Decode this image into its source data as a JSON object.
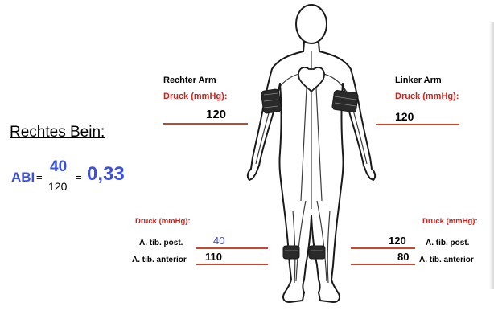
{
  "colors": {
    "label_red": "#d0201a",
    "value_blue": "#3b4fe0",
    "line": "#c8462a",
    "cuff": "#2a2a2a"
  },
  "right_arm": {
    "title": "Rechter Arm",
    "pressure_label": "Druck (mmHg):",
    "value": "120"
  },
  "left_arm": {
    "title": "Linker Arm",
    "pressure_label": "Druck (mmHg):",
    "value": "120"
  },
  "right_leg_heading": "Rechtes Bein:",
  "abi": {
    "label": "ABI",
    "eq1": "=",
    "numerator": "40",
    "denominator": "120",
    "eq2": "=",
    "result": "0,33"
  },
  "right_ankle": {
    "pressure_label": "Druck (mmHg):",
    "post_label": "A. tib. post.",
    "post_value": "40",
    "ant_label": "A. tib. anterior",
    "ant_value": "110"
  },
  "left_ankle": {
    "pressure_label": "Druck (mmHg):",
    "post_label": "A. tib. post.",
    "post_value": "120",
    "ant_label": "A. tib. anterior",
    "ant_value": "80"
  },
  "icons": [
    "human-body-figure-icon",
    "heart-icon",
    "blood-pressure-cuff-icon"
  ]
}
